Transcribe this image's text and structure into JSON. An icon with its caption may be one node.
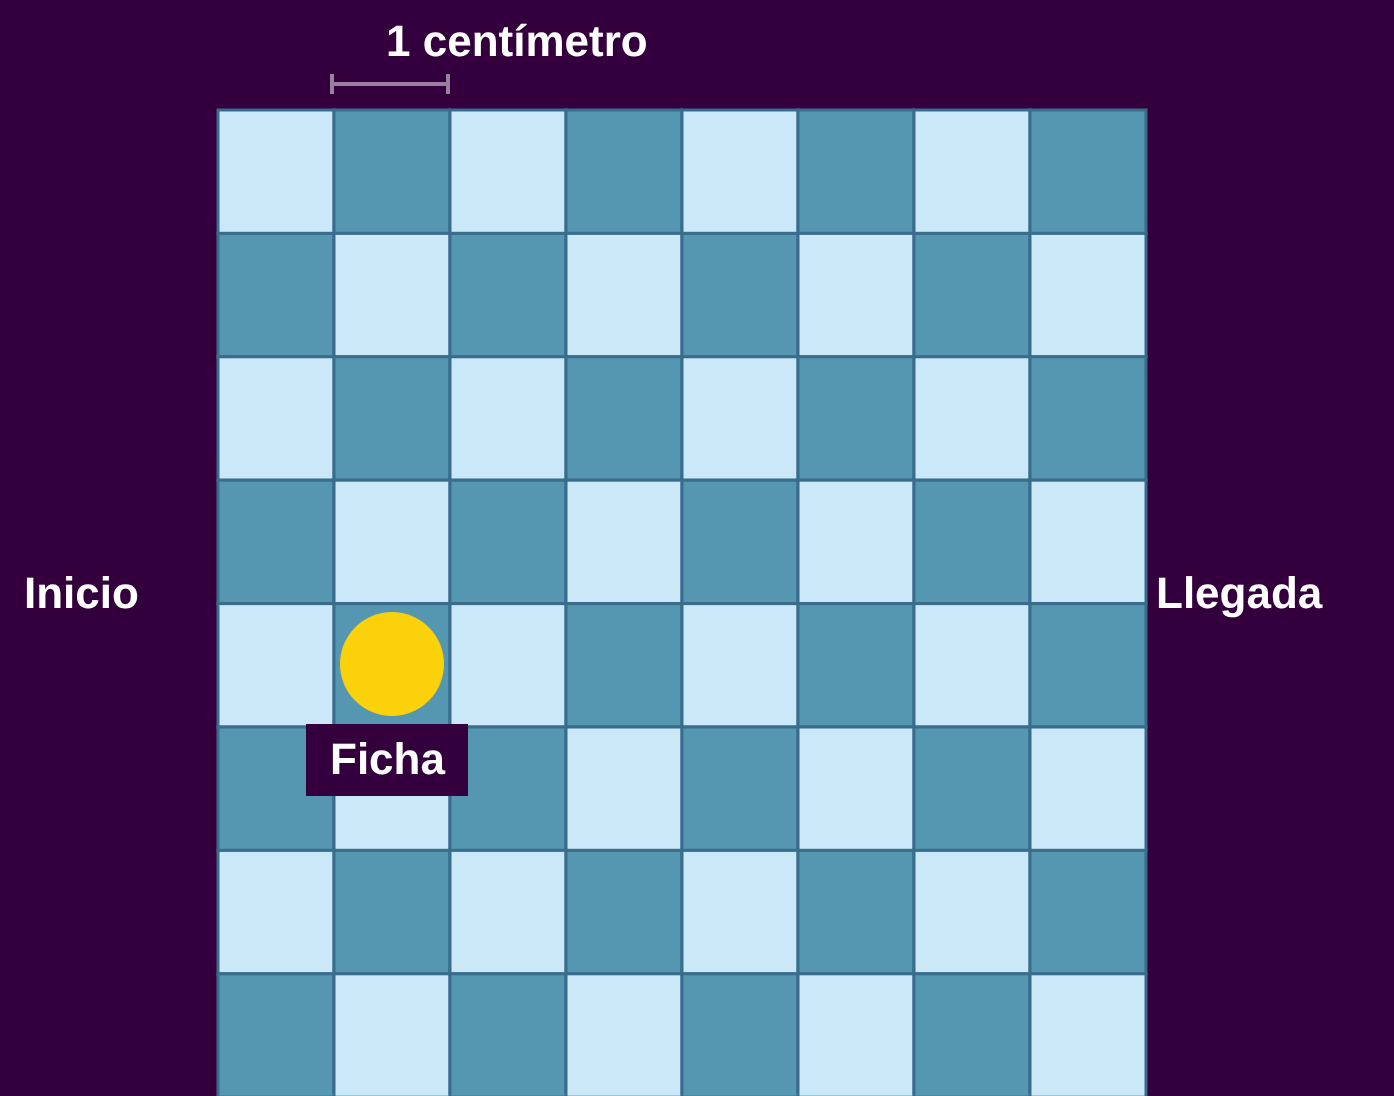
{
  "diagram": {
    "labels": [
      "1 centímetro",
      "Inicio",
      "Llegada",
      "Ficha"
    ]
  }
}
